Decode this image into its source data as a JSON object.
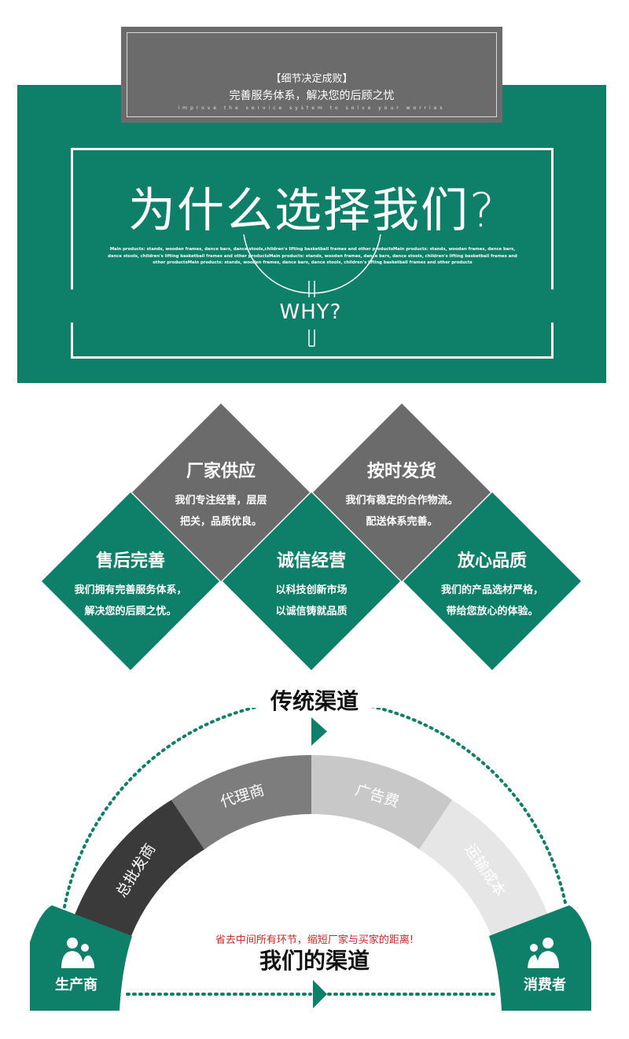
{
  "tagline": {
    "title": "【细节决定成败】",
    "subtitle": "完善服务体系，解决您的后顾之忧",
    "english": "improve the service system to solve your worries"
  },
  "why_section": {
    "title": "为什么选择我们?",
    "products_text": "Main products: stands, wooden frames, dance bars, dance stools,children's lifting basketball frames and other productsMain products: stands, wooden frames, dance bars, dance stools, children's lifting basketball frames and other productsMain products: stands, wooden frames, dance bars, dance stools, children's lifting basketball frames and other productsMain products: stands, wooden frames, dance bars, dance stools, children's lifting basketball frames and other products",
    "english_title": "WHY?"
  },
  "features": [
    {
      "title": "厂家供应",
      "line1": "我们专注经营，层层",
      "line2": "把关，品质优良。"
    },
    {
      "title": "按时发货",
      "line1": "我们有稳定的合作物流。",
      "line2": "配送体系完善。"
    },
    {
      "title": "售后完善",
      "line1": "我们拥有完善服务体系，",
      "line2": "解决您的后顾之忧。"
    },
    {
      "title": "诚信经营",
      "line1": "以科技创新市场",
      "line2": "以诚信铸就品质"
    },
    {
      "title": "放心品质",
      "line1": "我们的产品选材严格，",
      "line2": "带给您放心的体验。"
    }
  ],
  "channels": {
    "traditional_title": "传统渠道",
    "segments": [
      "总批发商",
      "代理商",
      "广告费",
      "运输成本"
    ],
    "producer_label": "生产商",
    "consumer_label": "消费者",
    "slogan": "省去中间所有环节，缩短厂家与买家的距离!",
    "our_title": "我们的渠道"
  },
  "colors": {
    "green": "#0e7f69",
    "gray": "#6b6b6b",
    "seg_dark": "#3a3a3a",
    "seg_mid": "#7d7d7d",
    "seg_light": "#c8c8c8",
    "seg_lighter": "#e6e6e6",
    "slogan_red": "#d42626"
  }
}
